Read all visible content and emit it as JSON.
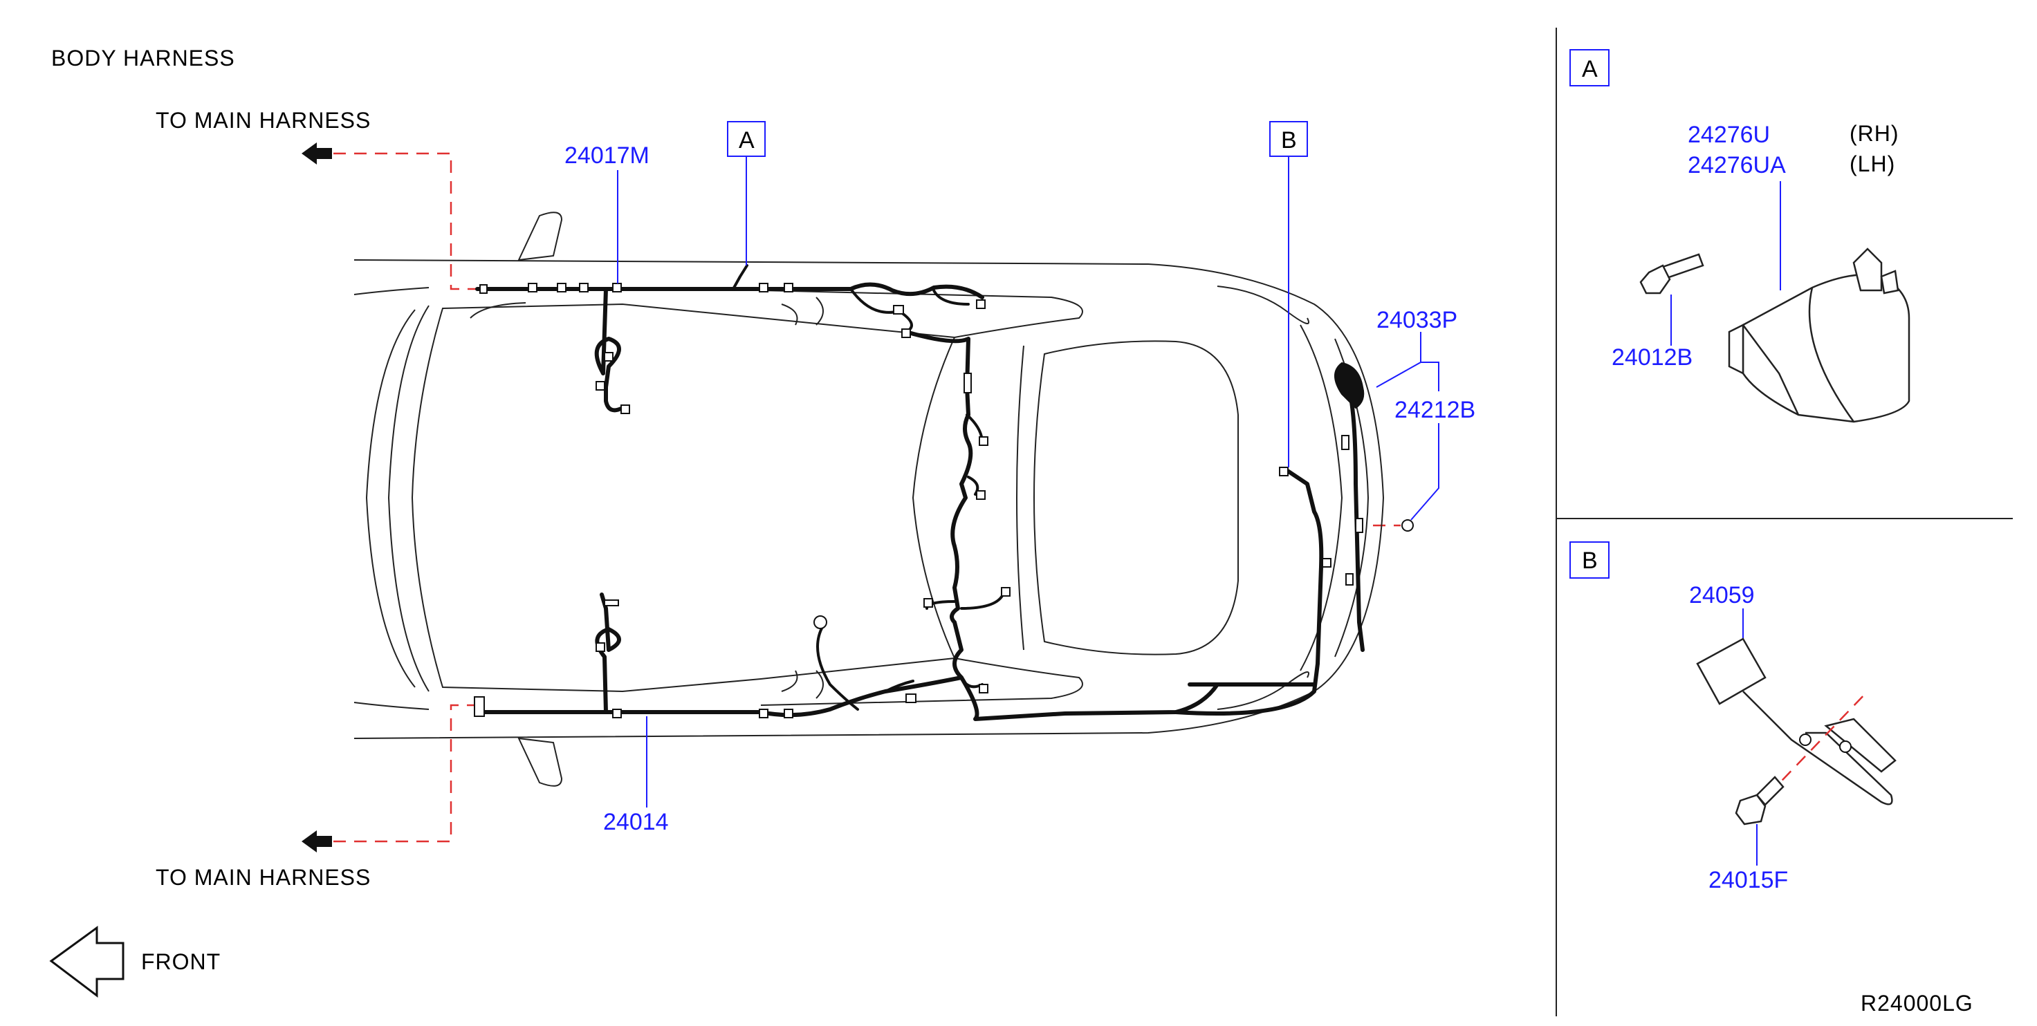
{
  "title": "BODY  HARNESS",
  "to_main_harness_top": "TO  MAIN  HARNESS",
  "to_main_harness_bottom": "TO  MAIN  HARNESS",
  "front_label": "FRONT",
  "callouts": {
    "box_a": "A",
    "box_b": "B",
    "p24017M": "24017M",
    "p24014": "24014",
    "p24033P": "24033P",
    "p24212B": "24212B"
  },
  "detail_a": {
    "box": "A",
    "p24276U": "24276U",
    "p24276UA": "24276UA",
    "rh": "(RH)",
    "lh": "(LH)",
    "p24012B": "24012B"
  },
  "detail_b": {
    "box": "B",
    "p24059": "24059",
    "p24015F": "24015F"
  },
  "diagram_code": "R24000LG",
  "colors": {
    "part_number": "#1c1cff",
    "dashed_route": "#e03030",
    "line": "#111111"
  }
}
